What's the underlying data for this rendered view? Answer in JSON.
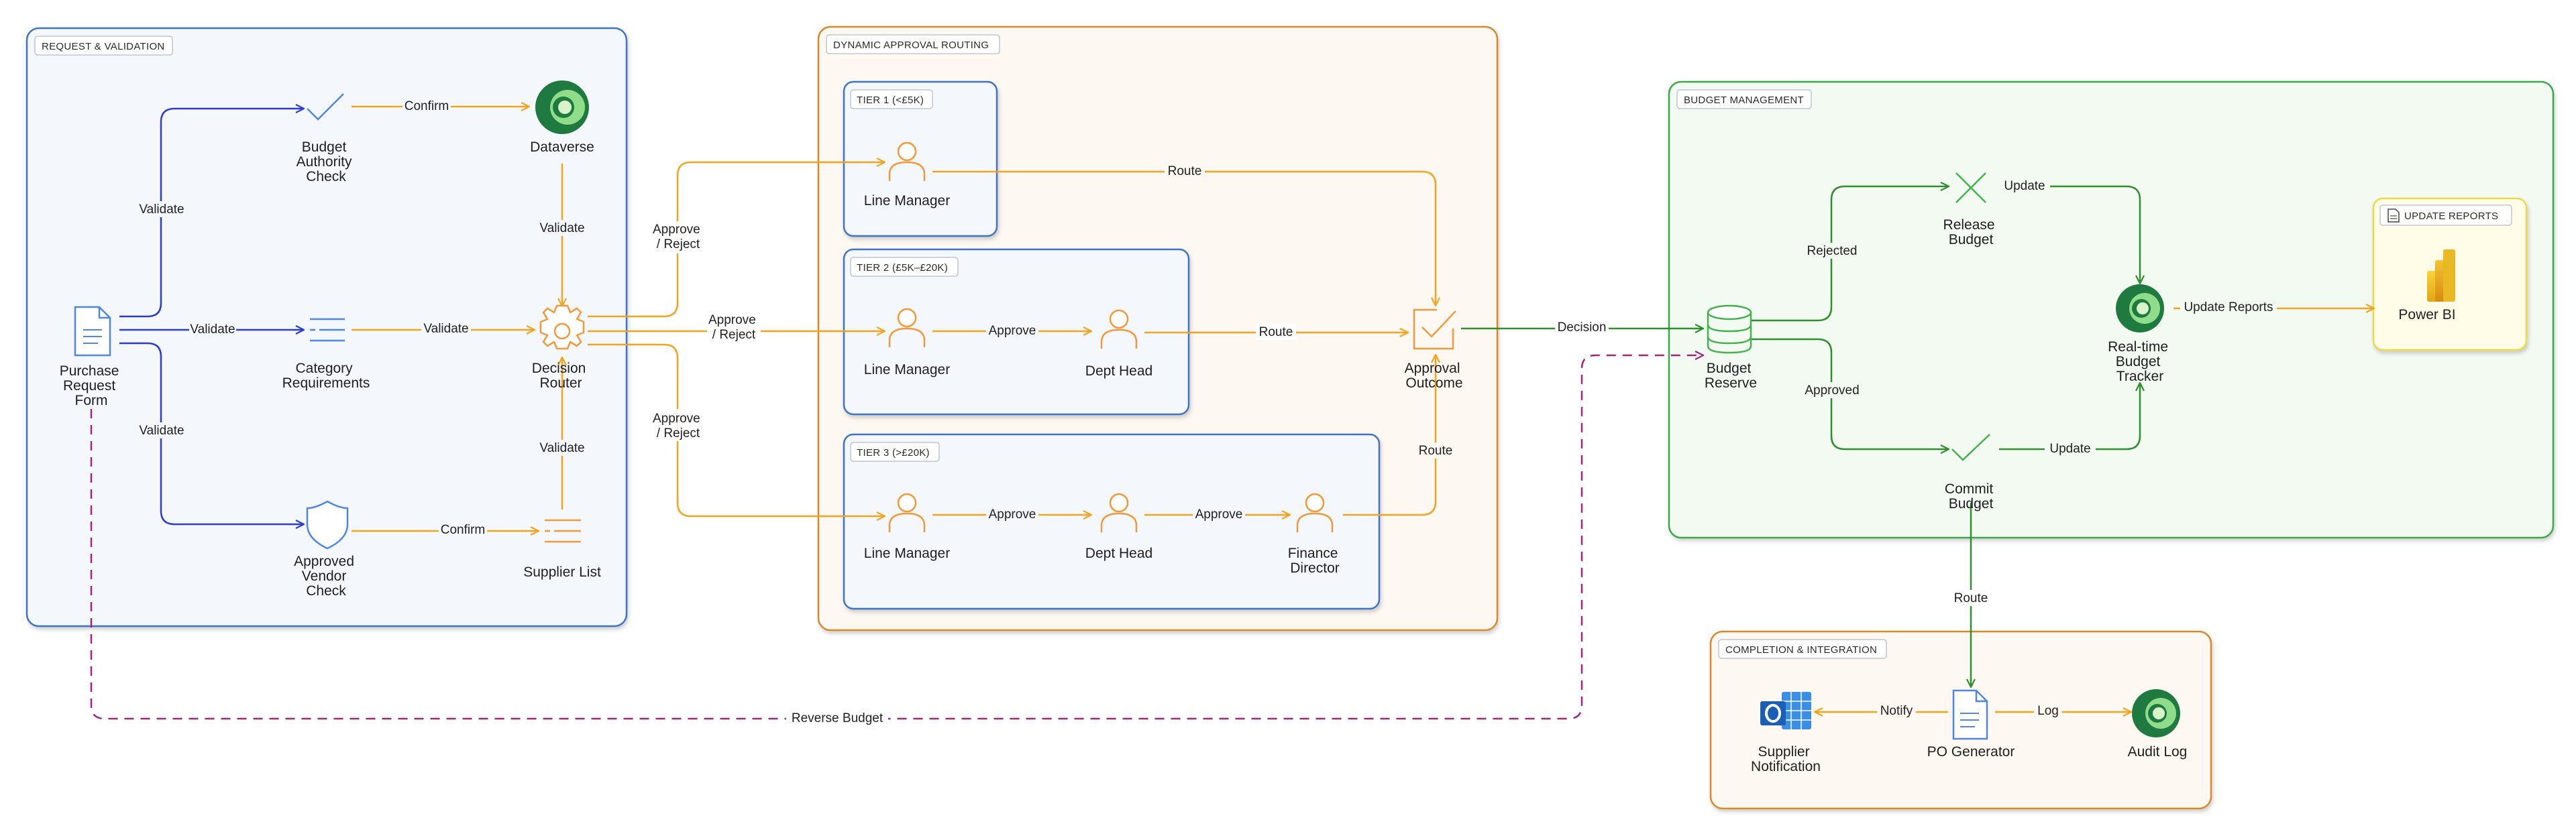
{
  "colors": {
    "blue": "#2a3bd6",
    "orange": "#f3a41f",
    "green": "#2f8f2f",
    "magenta": "#a0237f",
    "icon_blue": "#4f86e6",
    "icon_orange": "#f09a3c",
    "icon_green": "#43b14b",
    "group_request_border": "#3f73c8",
    "group_request_fill": "#f4f7fc",
    "group_routing_border": "#d9892a",
    "group_routing_fill": "#fdf8f1",
    "group_budget_border": "#3aa84a",
    "group_budget_fill": "#f2faf2",
    "group_completion_border": "#d9892a",
    "group_completion_fill": "#fdf8f1",
    "group_reports_border": "#f0d64a",
    "group_reports_fill": "#fffde8",
    "tier_border": "#3f73c8",
    "tier_fill": "#f4f7fc"
  },
  "groups": {
    "request": {
      "title": "REQUEST & VALIDATION"
    },
    "routing": {
      "title": "DYNAMIC APPROVAL ROUTING"
    },
    "budget": {
      "title": "BUDGET MANAGEMENT"
    },
    "completion": {
      "title": "COMPLETION & INTEGRATION"
    },
    "reports": {
      "title": "UPDATE REPORTS"
    },
    "tier1": {
      "title": "TIER 1 (<£5K)"
    },
    "tier2": {
      "title": "TIER 2 (£5K–£20K)"
    },
    "tier3": {
      "title": "TIER 3 (>£20K)"
    }
  },
  "nodes": {
    "purchase_request": {
      "label": [
        "Purchase",
        "Request",
        "Form"
      ],
      "icon": "document-icon"
    },
    "budget_authority": {
      "label": [
        "Budget",
        "Authority",
        "Check"
      ],
      "icon": "check-icon"
    },
    "dataverse": {
      "label": [
        "Dataverse"
      ],
      "icon": "dataverse-icon"
    },
    "category_requirements": {
      "label": [
        "Category",
        "Requirements"
      ],
      "icon": "list-icon"
    },
    "decision_router": {
      "label": [
        "Decision",
        "Router"
      ],
      "icon": "gear-icon"
    },
    "approved_vendor": {
      "label": [
        "Approved",
        "Vendor",
        "Check"
      ],
      "icon": "shield-icon"
    },
    "supplier_list": {
      "label": [
        "Supplier List"
      ],
      "icon": "list-icon"
    },
    "t1_line_manager": {
      "label": [
        "Line Manager"
      ],
      "icon": "person-icon"
    },
    "t2_line_manager": {
      "label": [
        "Line Manager"
      ],
      "icon": "person-icon"
    },
    "t2_dept_head": {
      "label": [
        "Dept Head"
      ],
      "icon": "person-icon"
    },
    "t3_line_manager": {
      "label": [
        "Line Manager"
      ],
      "icon": "person-icon"
    },
    "t3_dept_head": {
      "label": [
        "Dept Head"
      ],
      "icon": "person-icon"
    },
    "t3_finance_director": {
      "label": [
        "Finance",
        "Director"
      ],
      "icon": "person-icon"
    },
    "approval_outcome": {
      "label": [
        "Approval",
        "Outcome"
      ],
      "icon": "checkbox-icon"
    },
    "budget_reserve": {
      "label": [
        "Budget",
        "Reserve"
      ],
      "icon": "database-icon"
    },
    "release_budget": {
      "label": [
        "Release",
        "Budget"
      ],
      "icon": "x-icon"
    },
    "commit_budget": {
      "label": [
        "Commit",
        "Budget"
      ],
      "icon": "check-icon"
    },
    "budget_tracker": {
      "label": [
        "Real-time",
        "Budget",
        "Tracker"
      ],
      "icon": "dataverse-icon"
    },
    "power_bi": {
      "label": [
        "Power BI"
      ],
      "icon": "powerbi-icon"
    },
    "supplier_notification": {
      "label": [
        "Supplier",
        "Notification"
      ],
      "icon": "outlook-icon"
    },
    "po_generator": {
      "label": [
        "PO Generator"
      ],
      "icon": "document-icon"
    },
    "audit_log": {
      "label": [
        "Audit Log"
      ],
      "icon": "dataverse-icon"
    }
  },
  "edges": {
    "e_validate_top": "Validate",
    "e_validate_mid": "Validate",
    "e_validate_bottom": "Validate",
    "e_confirm_top": "Confirm",
    "e_validate_dataverse": "Validate",
    "e_validate_category": "Validate",
    "e_confirm_bottom": "Confirm",
    "e_validate_supplier": "Validate",
    "e_approve_reject_1": [
      "Approve",
      "/ Reject"
    ],
    "e_approve_reject_2": [
      "Approve",
      "/ Reject"
    ],
    "e_approve_reject_3": [
      "Approve",
      "/ Reject"
    ],
    "e_route_t1": "Route",
    "e_approve_t2": "Approve",
    "e_route_t2": "Route",
    "e_approve_t3a": "Approve",
    "e_approve_t3b": "Approve",
    "e_route_t3": "Route",
    "e_decision": "Decision",
    "e_rejected": "Rejected",
    "e_approved": "Approved",
    "e_update_release": "Update",
    "e_update_commit": "Update",
    "e_update_reports": "Update Reports",
    "e_route_po": "Route",
    "e_notify": "Notify",
    "e_log": "Log",
    "e_reverse_budget": "Reverse Budget"
  }
}
